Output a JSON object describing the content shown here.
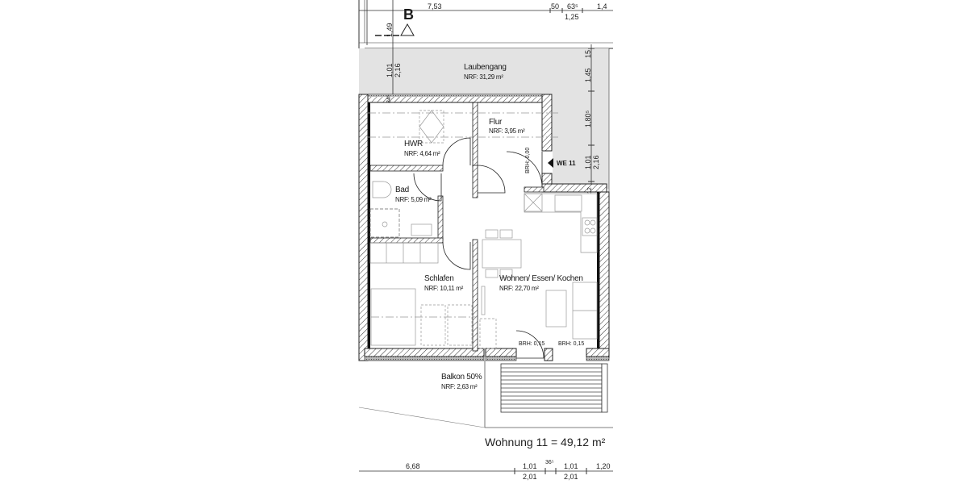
{
  "plan": {
    "apartment_title": "Wohnung 11 = 49,12 m²",
    "section_marker": "B",
    "entrance_label": "WE 11",
    "rooms": [
      {
        "name": "Laubengang",
        "area": "NRF: 31,29 m²"
      },
      {
        "name": "Flur",
        "area": "NRF: 3,95 m²"
      },
      {
        "name": "HWR",
        "area": "NRF: 4,64 m²"
      },
      {
        "name": "Bad",
        "area": "NRF: 5,09 m²"
      },
      {
        "name": "Schlafen",
        "area": "NRF: 10,11 m²"
      },
      {
        "name": "Wohnen/ Essen/ Kochen",
        "area": "NRF: 22,70 m²"
      },
      {
        "name": "Balkon 50%",
        "area": "NRF: 2,63 m²"
      }
    ],
    "brh_labels": [
      "BRH: 0,00",
      "BRH: 0,15",
      "BRH: 0,15"
    ],
    "dimensions_top": {
      "left": "7,53",
      "a": "50",
      "b": "63⁵",
      "c": "1,4",
      "below": "1,25"
    },
    "dimensions_left": {
      "d1": "1,49",
      "d2": "1,01",
      "d3": "2,16",
      "d4": "34⁵"
    },
    "dimensions_right": {
      "d1": "15",
      "d2": "1,45",
      "d3": "1,80⁵",
      "d4": "1,01",
      "d5": "2,16",
      "d6": "12"
    },
    "dimensions_bottom": {
      "left": "6,68",
      "a": "1,01",
      "a_below": "2,01",
      "b": "36⁵",
      "c": "1,01",
      "c_below": "2,01",
      "d": "1,20"
    }
  }
}
